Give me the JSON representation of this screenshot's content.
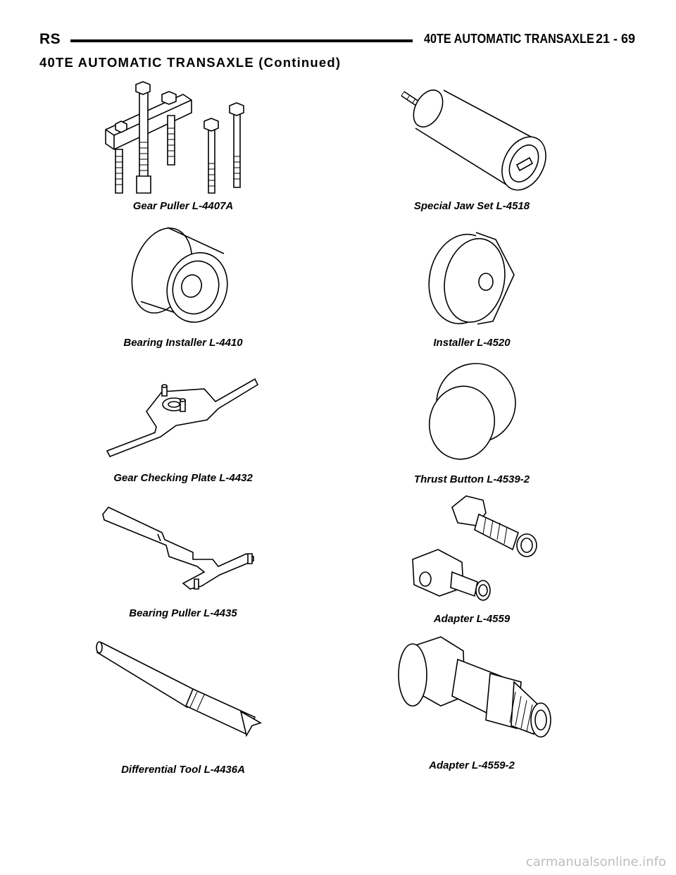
{
  "header": {
    "left_label": "RS",
    "section_title": "40TE AUTOMATIC TRANSAXLE",
    "page_number": "21 - 69"
  },
  "subtitle": "40TE AUTOMATIC TRANSAXLE (Continued)",
  "tools": [
    {
      "caption": "Gear Puller L-4407A",
      "icon": "gear-puller-icon"
    },
    {
      "caption": "Special Jaw Set L-4518",
      "icon": "jaw-set-icon"
    },
    {
      "caption": "Bearing Installer L-4410",
      "icon": "bearing-installer-icon"
    },
    {
      "caption": "Installer L-4520",
      "icon": "installer-icon"
    },
    {
      "caption": "Gear Checking Plate L-4432",
      "icon": "checking-plate-icon"
    },
    {
      "caption": "Thrust Button L-4539-2",
      "icon": "thrust-button-icon"
    },
    {
      "caption": "Bearing Puller L-4435",
      "icon": "bearing-puller-icon"
    },
    {
      "caption": "Adapter L-4559",
      "icon": "adapter-icon"
    },
    {
      "caption": "Differential Tool L-4436A",
      "icon": "differential-tool-icon"
    },
    {
      "caption": "Adapter L-4559-2",
      "icon": "adapter-2-icon"
    }
  ],
  "footer": "carmanualsonline.info"
}
